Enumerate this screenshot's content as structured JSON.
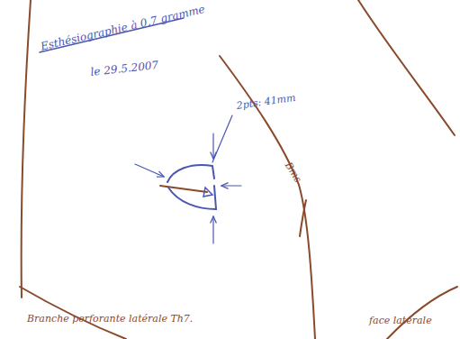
{
  "diagram": {
    "labels": [
      "Esthésiographie à 0,7 gramme",
      "le 29.5.2007",
      "2pts: 41mm",
      "Bms",
      "Branche perforante latérale Th7.",
      "face latérale"
    ]
  }
}
